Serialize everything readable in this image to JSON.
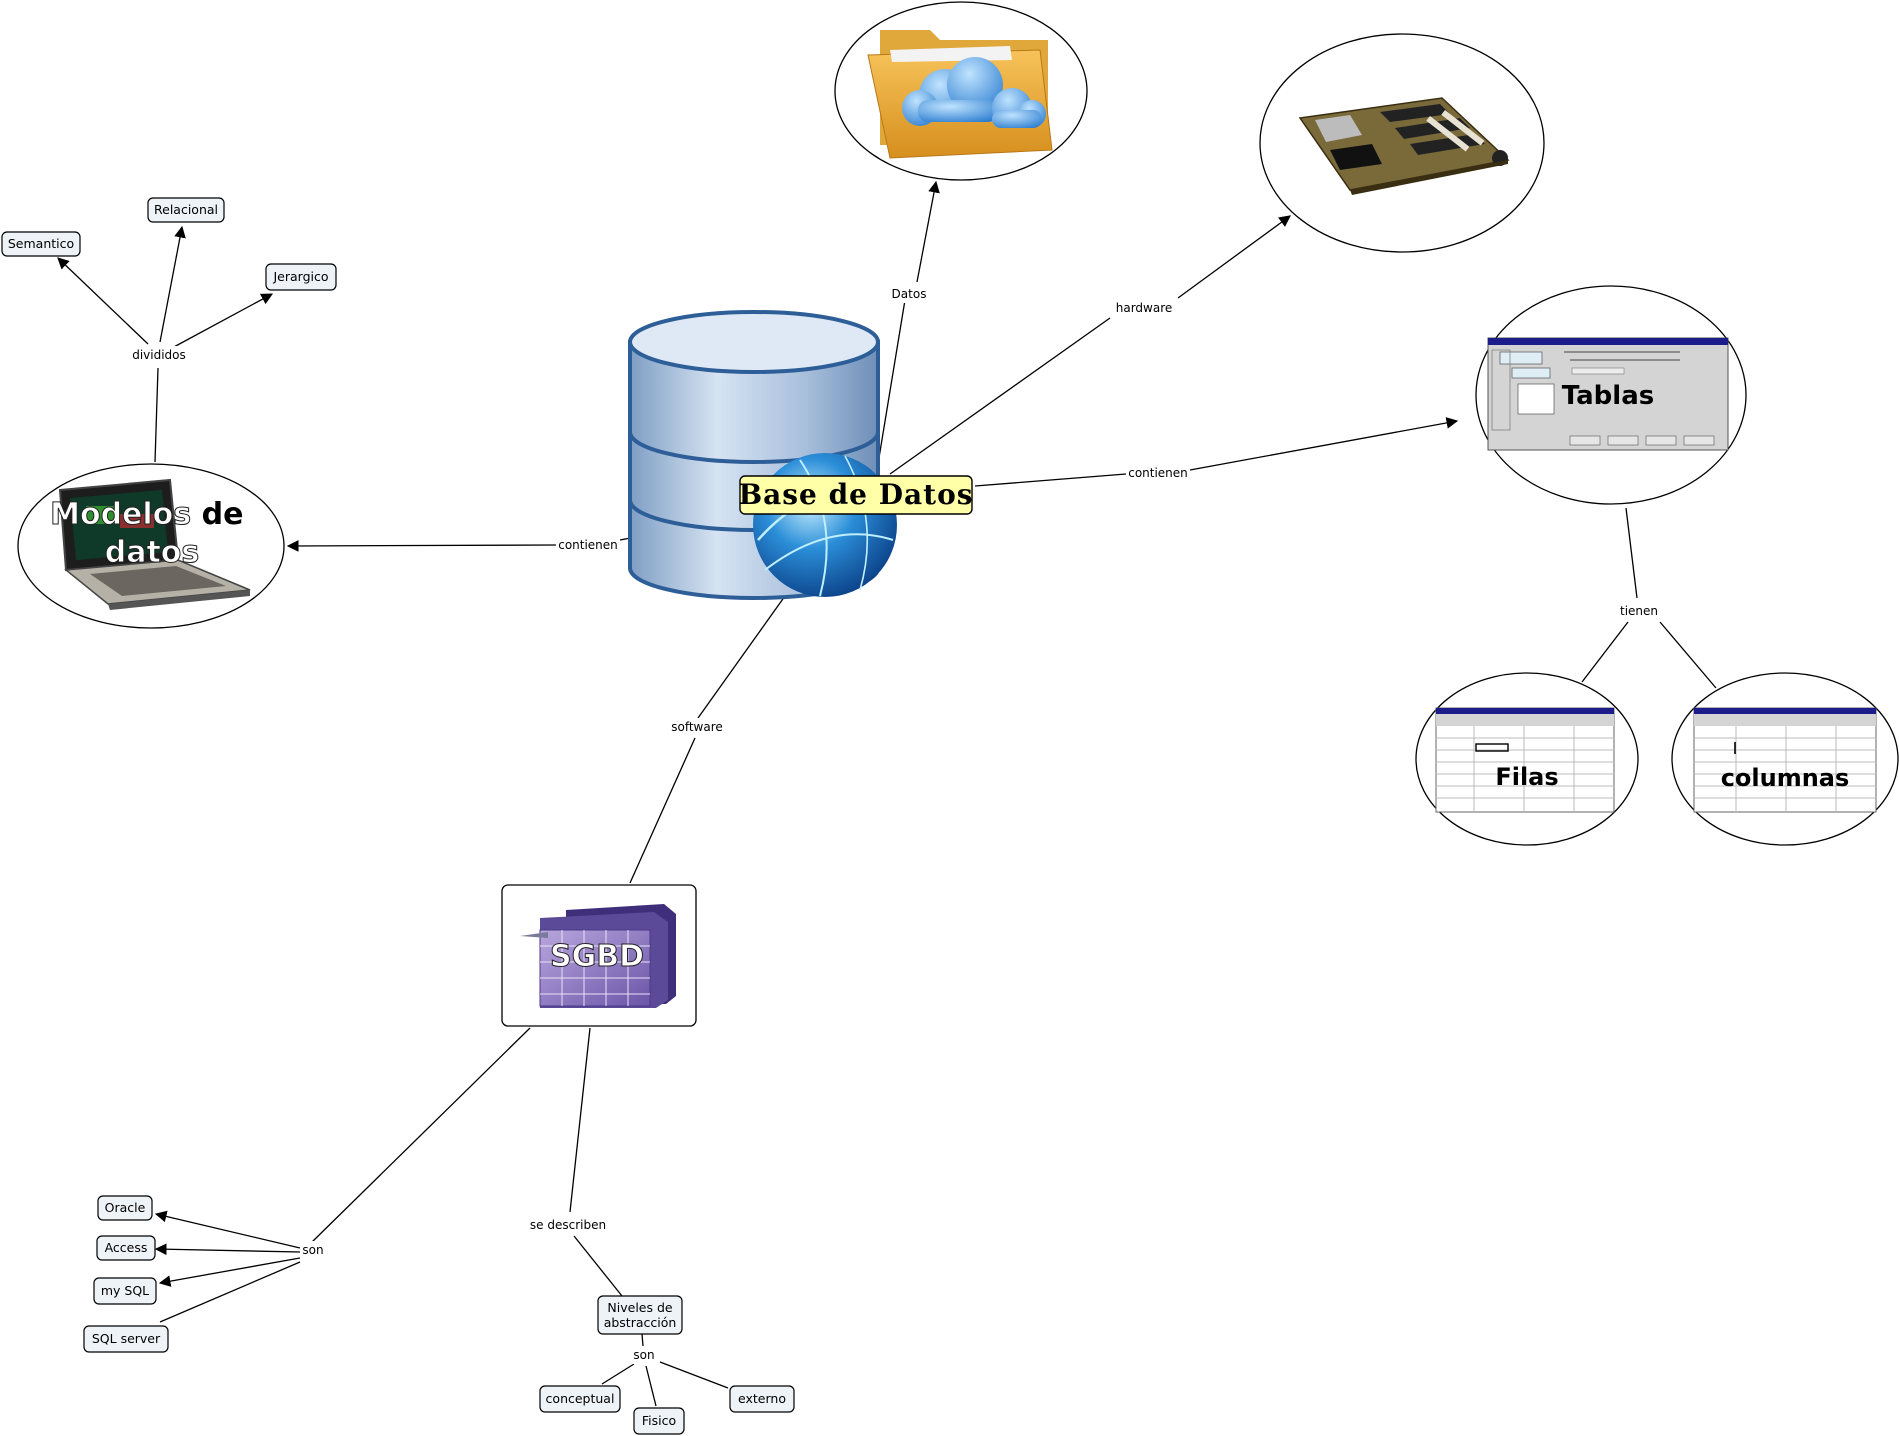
{
  "central": {
    "label": "Base de Datos",
    "fill": "#ffffa8"
  },
  "links": {
    "datos": "Datos",
    "hardware": "hardware",
    "contienen_right": "contienen",
    "contienen_left": "contienen",
    "software": "software",
    "divididos": "divididos",
    "tienen": "tienen",
    "son_left": "son",
    "se_describen": "se describen",
    "son_bottom": "son"
  },
  "image_nodes": {
    "modelos": "Modelos de datos",
    "tablas": "Tablas",
    "filas": "Filas",
    "columnas": "columnas",
    "sgbd": "SGBD"
  },
  "concepts": {
    "semantico": "Semantico",
    "relacional": "Relacional",
    "jerargico": "Jerargico",
    "oracle": "Oracle",
    "access": "Access",
    "mysql": "my SQL",
    "sqlserver": "SQL server",
    "niveles_1": "Niveles de",
    "niveles_2": "abstracción",
    "conceptual": "conceptual",
    "fisico": "Fisico",
    "externo": "externo"
  },
  "icons": [
    "database-cylinder-icon",
    "globe-icon",
    "cloud-folder-icon",
    "motherboard-icon",
    "laptop-icon",
    "table-window-icon",
    "spreadsheet-icon",
    "cube-grid-icon"
  ]
}
